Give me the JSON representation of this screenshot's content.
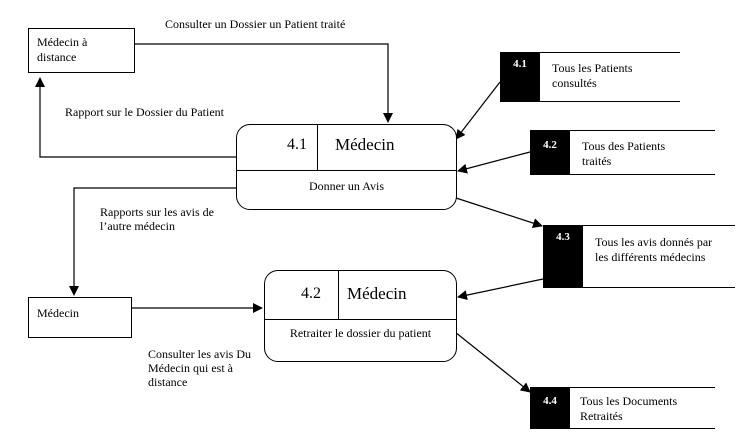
{
  "entities": {
    "remote_doctor": "Médecin à distance",
    "doctor": "Médecin"
  },
  "processes": [
    {
      "number": "4.1",
      "name": "Médecin",
      "description": "Donner un Avis"
    },
    {
      "number": "4.2",
      "name": "Médecin",
      "description": "Retraiter le dossier du patient"
    }
  ],
  "stores": [
    {
      "id": "4.1",
      "label": "Tous les Patients consultés"
    },
    {
      "id": "4.2",
      "label": "Tous des Patients traités"
    },
    {
      "id": "4.3",
      "label": "Tous les avis donnés par les différents médecins"
    },
    {
      "id": "4.4",
      "label": "Tous les Documents Retraités"
    }
  ],
  "flows": {
    "consult_treated": "Consulter un Dossier un Patient traité",
    "report_patient_file": "Rapport sur le Dossier du Patient",
    "reports_other_doctor": "Rapports sur les avis de l’autre médecin",
    "consult_remote_opinions": "Consulter les avis Du Médecin qui est à distance"
  }
}
